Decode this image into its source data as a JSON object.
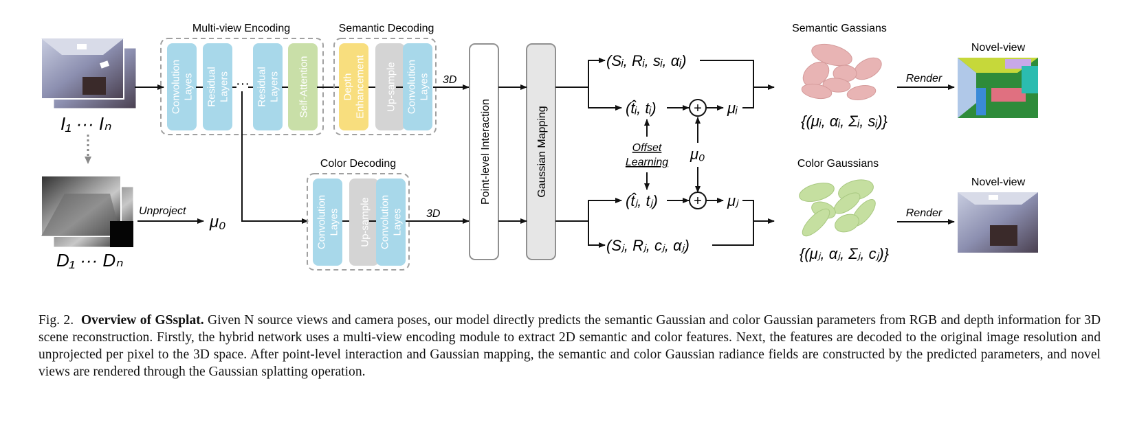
{
  "figure": {
    "sections": {
      "multiview": "Multi-view Encoding",
      "semantic_decoding": "Semantic Decoding",
      "color_decoding": "Color Decoding",
      "semantic_gaussians": "Semantic Gassians",
      "color_gaussians": "Color Gaussians",
      "novel_view_top": "Novel-view",
      "novel_view_bottom": "Novel-view"
    },
    "encoder_blocks": [
      {
        "label": "Convolution Layes",
        "color": "#a8d8ea"
      },
      {
        "label": "Residual Layers",
        "color": "#a8d8ea"
      },
      {
        "label": "Residual Layers",
        "color": "#a8d8ea"
      },
      {
        "label": "Self-Attention",
        "color": "#c9dfa8"
      }
    ],
    "encoder_ellipsis": "···",
    "semantic_blocks": [
      {
        "label": "Depth Enhancement",
        "color": "#f8de7e"
      },
      {
        "label": "Up-sample",
        "color": "#d4d4d4"
      },
      {
        "label": "Convolution Layes",
        "color": "#a8d8ea"
      }
    ],
    "color_blocks": [
      {
        "label": "Convolution Layes",
        "color": "#a8d8ea"
      },
      {
        "label": "Up-sample",
        "color": "#d4d4d4"
      },
      {
        "label": "Convolution Layes",
        "color": "#a8d8ea"
      }
    ],
    "tall_blocks": {
      "interaction": "Point-level Interaction",
      "mapping": "Gaussian Mapping"
    },
    "labels": {
      "rgb_inputs": "I₁ ··· Iₙ",
      "depth_inputs": "D₁ ··· Dₙ",
      "unproject": "Unproject",
      "mu0_left": "μ₀",
      "three_d_top": "3D",
      "three_d_bottom": "3D",
      "sem_params": "(Sᵢ, Rᵢ, sᵢ, αᵢ)",
      "sem_offset": "(t̂ᵢ, tᵢ)",
      "mu_i": "μᵢ",
      "col_offset": "(t̂ⱼ, tⱼ)",
      "mu_j": "μⱼ",
      "col_params": "(Sⱼ, Rⱼ, cⱼ, αⱼ)",
      "offset_learning_1": "Offset",
      "offset_learning_2": "Learning",
      "mu0_mid": "μ₀",
      "sem_set": "{(μᵢ, αᵢ, Σᵢ, sᵢ)}",
      "col_set": "{(μⱼ, αⱼ, Σⱼ, cⱼ)}",
      "render_top": "Render",
      "render_bottom": "Render",
      "plus": "+"
    },
    "colors": {
      "semantic_gaussian": "#e8b4b4",
      "color_gaussian": "#c5dfa0",
      "dashed_border": "#a0a0a0",
      "tall_block_fill_1": "#ffffff",
      "tall_block_fill_2": "#e6e6e6"
    }
  },
  "caption": {
    "prefix": "Fig. 2.",
    "bold_title": "Overview of GSsplat.",
    "text": " Given N source views and camera poses, our model directly predicts the semantic Gaussian and color Gaussian parameters from RGB and depth information for 3D scene reconstruction. Firstly, the hybrid network uses a multi-view encoding module to extract 2D semantic and color features. Next, the features are decoded to the original image resolution and unprojected per pixel to the 3D space. After point-level interaction and Gaussian mapping, the semantic and color Gaussian radiance fields are constructed by the predicted parameters, and novel views are rendered through the Gaussian splatting operation."
  }
}
